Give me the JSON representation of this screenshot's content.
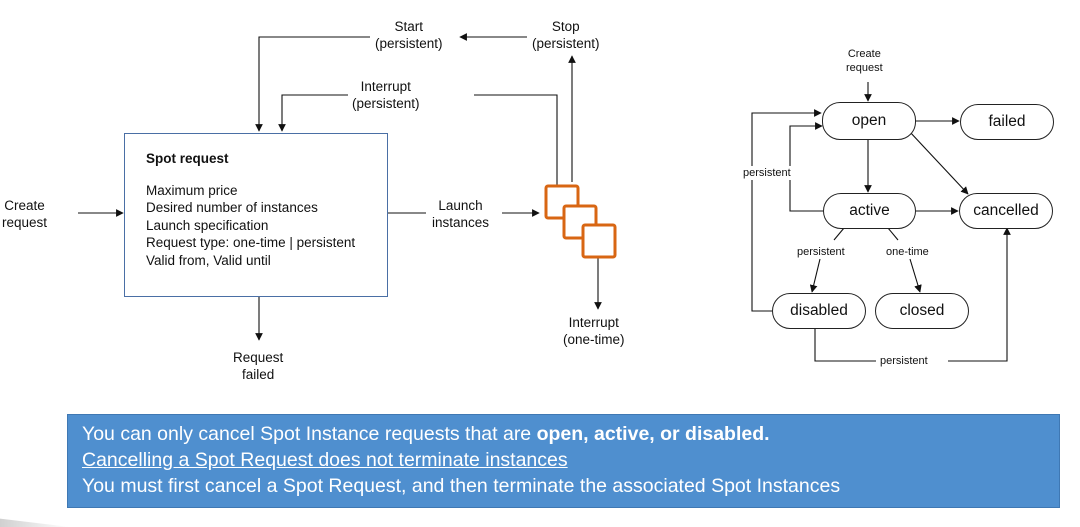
{
  "left_diagram": {
    "create_request": "Create\nrequest",
    "start_persistent": "Start\n(persistent)",
    "stop_persistent": "Stop\n(persistent)",
    "interrupt_persistent": "Interrupt\n(persistent)",
    "spot_request": {
      "title": "Spot request",
      "lines": [
        "Maximum price",
        "Desired number of instances",
        "Launch specification",
        "Request type: one-time | persistent",
        "Valid from, Valid until"
      ]
    },
    "launch_instances": "Launch\ninstances",
    "interrupt_one_time": "Interrupt\n(one-time)",
    "request_failed": "Request\nfailed",
    "instance_icon_color": "#d86613"
  },
  "right_diagram": {
    "create_request": "Create\nrequest",
    "states": {
      "open": "open",
      "failed": "failed",
      "active": "active",
      "cancelled": "cancelled",
      "disabled": "disabled",
      "closed": "closed"
    },
    "edge_labels": {
      "persistent_left": "persistent",
      "persistent_active_disabled": "persistent",
      "one_time_active_closed": "one-time",
      "persistent_disabled_cancelled": "persistent"
    }
  },
  "info": {
    "line1_prefix": "You can only cancel Spot Instance requests that are ",
    "line1_bold": "open, active, or disabled.",
    "line2": "Cancelling a Spot Request does not terminate instances",
    "line3": "You must first cancel a Spot Request, and then terminate the associated Spot Instances",
    "background_color": "#4f8fcf"
  }
}
